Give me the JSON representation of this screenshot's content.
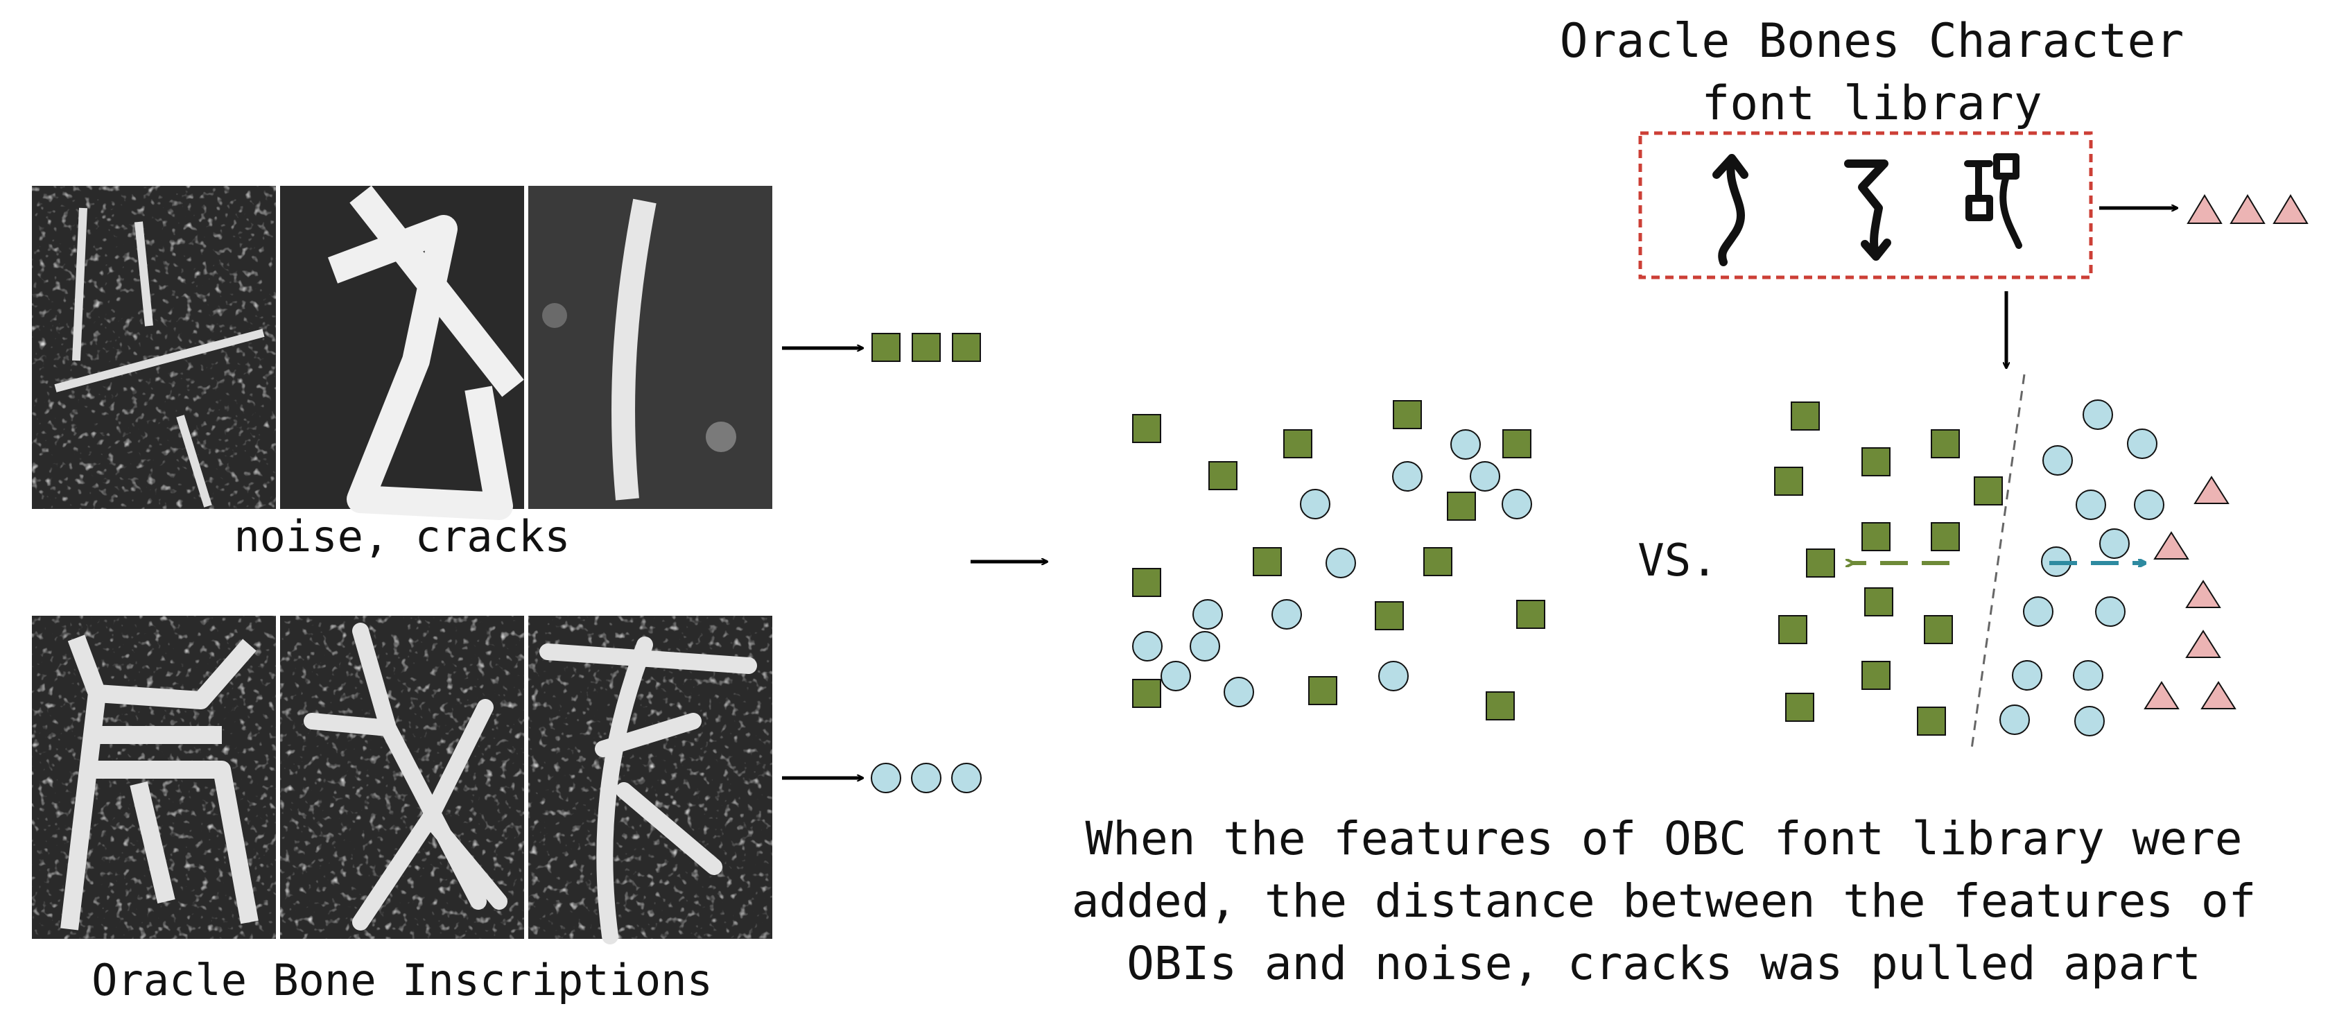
{
  "labels": {
    "library_title_line1": "Oracle Bones Character",
    "library_title_line2": "font library",
    "noise_caption": "noise, cracks",
    "obi_caption": "Oracle Bone Inscriptions",
    "vs": "VS.",
    "conclusion_line1": "When the features of OBC font library were",
    "conclusion_line2": "added, the distance between the features of",
    "conclusion_line3": "OBIs and noise, cracks was pulled apart"
  },
  "legend": {
    "noise_feature_shape": "square",
    "obi_feature_shape": "circle",
    "font_feature_shape": "triangle"
  },
  "colors": {
    "square_fill": "#6e8a38",
    "circle_fill": "#b7dde6",
    "triangle_fill": "#ecb4b4",
    "dashed_box": "#cc3f36",
    "pull_arrow_green": "#6e8a38",
    "pull_arrow_teal": "#2e8aa0",
    "image_dark": "#2a2a2a",
    "stroke_light": "#ececec"
  },
  "icons": {
    "feature_arrow": "right-arrow",
    "down_arrow": "down-arrow"
  }
}
